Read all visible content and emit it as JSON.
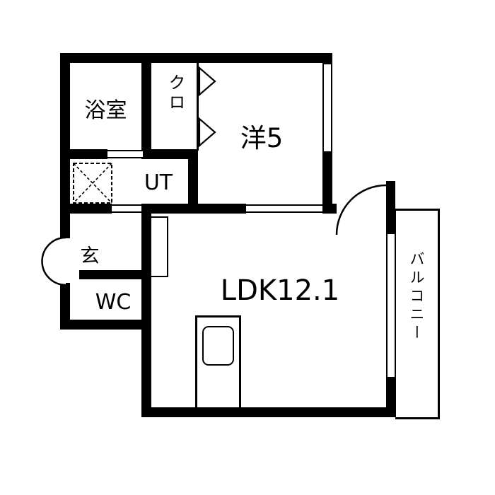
{
  "floorplan": {
    "rooms": {
      "bathroom": {
        "label": "浴室"
      },
      "closet": {
        "label": "クロ"
      },
      "western_room": {
        "label": "洋5"
      },
      "utility": {
        "label": "UT"
      },
      "entrance": {
        "label": "玄"
      },
      "toilet": {
        "label": "WC"
      },
      "ldk": {
        "label": "LDK12.1"
      },
      "balcony": {
        "label": "バルコニー"
      }
    },
    "colors": {
      "wall": "#000000",
      "background": "#ffffff",
      "line": "#000000"
    }
  }
}
